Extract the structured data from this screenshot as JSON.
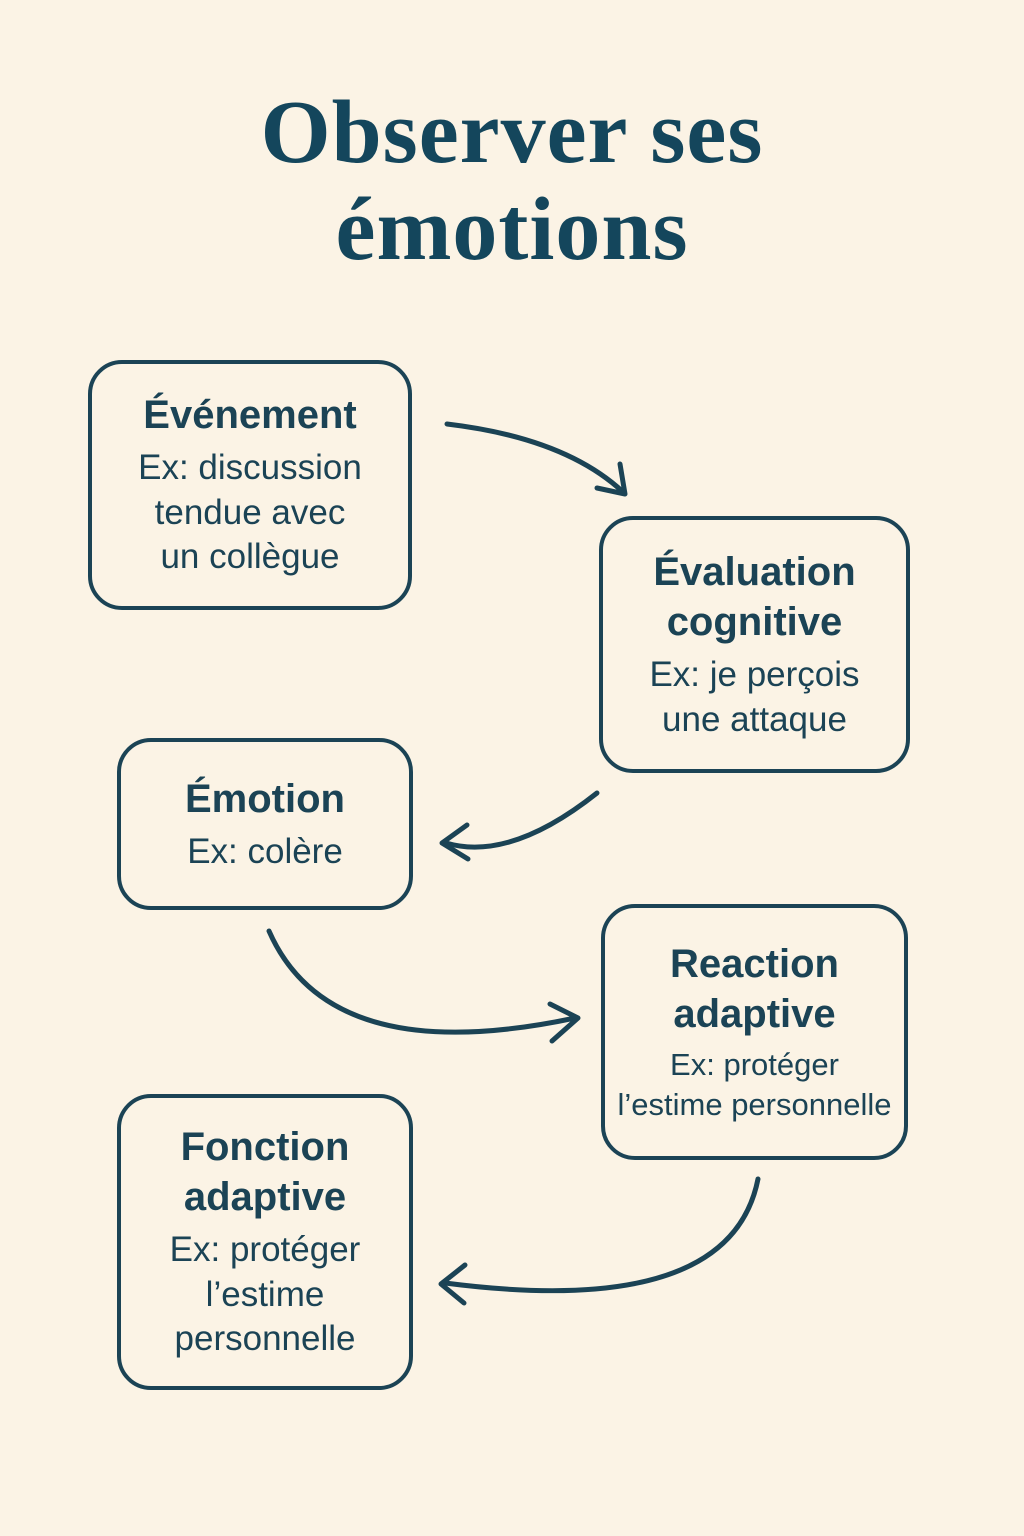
{
  "page": {
    "title": "Observer ses\némotions",
    "colors": {
      "background": "#fbf3e5",
      "accent": "#1b4355",
      "title_text": "#14465c"
    }
  },
  "boxes": [
    {
      "title": "Événement",
      "example": "Ex: discussion\ntendue avec\nun collègue"
    },
    {
      "title": "Évaluation\ncognitive",
      "example": "Ex: je perçois\nune attaque"
    },
    {
      "title": "Émotion",
      "example": "Ex: colère"
    },
    {
      "title": "Reaction\nadaptive",
      "example": "Ex: protéger\nl’estime personnelle"
    },
    {
      "title": "Fonction\nadaptive",
      "example": "Ex: protéger\nl’estime\npersonnelle"
    }
  ],
  "arrows": [
    {
      "name": "event-to-evaluation"
    },
    {
      "name": "evaluation-to-emotion"
    },
    {
      "name": "emotion-to-reaction"
    },
    {
      "name": "reaction-to-fonction"
    }
  ]
}
